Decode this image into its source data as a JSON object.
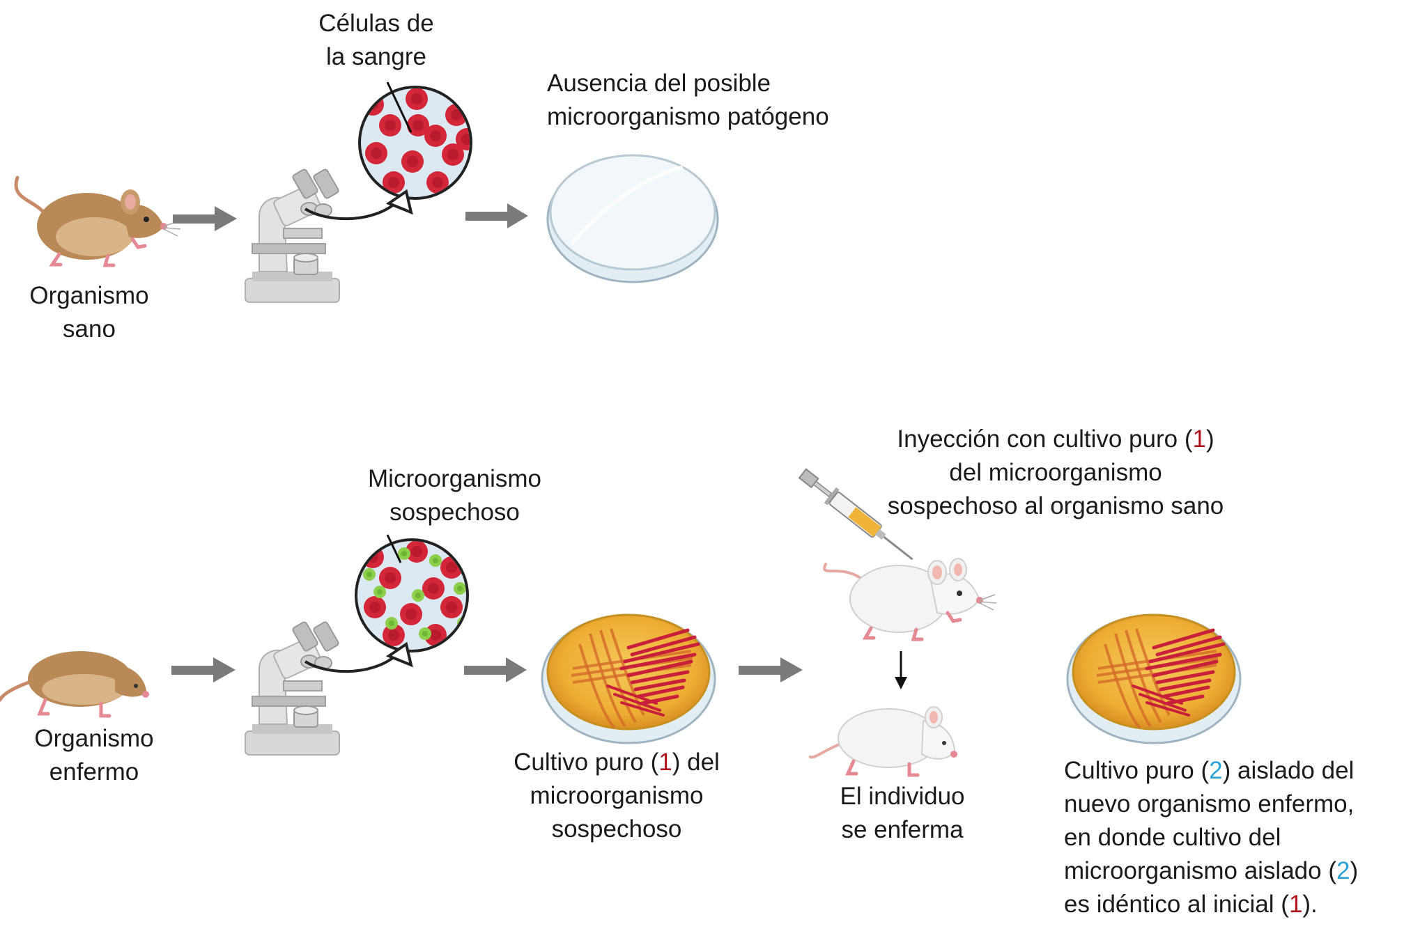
{
  "colors": {
    "arrow": "#7a7a7a",
    "blood_cell": "#d32638",
    "microbe": "#8ccf4a",
    "agar": "#f2b840",
    "streak": "#c81f3a",
    "marker_1": "#b3141c",
    "marker_2": "#2ba3d6"
  },
  "icons": [
    "mouse-icon",
    "microscope-icon",
    "blood-sample-icon",
    "petri-dish-icon",
    "syringe-icon",
    "arrow-icon"
  ],
  "top": {
    "organism_label": [
      "Organismo",
      "sano"
    ],
    "cells_label": [
      "Células de",
      "la sangre"
    ],
    "absence_label": [
      "Ausencia del posible",
      "microorganismo patógeno"
    ]
  },
  "bottom": {
    "organism_label": [
      "Organismo",
      "enfermo"
    ],
    "microbe_label": [
      "Microorganismo",
      "sospechoso"
    ],
    "culture1": {
      "line1_pre": "Cultivo puro (",
      "marker": "1",
      "line1_post": ") del",
      "line2": "microorganismo",
      "line3": "sospechoso"
    },
    "injection": {
      "line1_pre": "Inyección con cultivo puro (",
      "marker": "1",
      "line1_post": ")",
      "line2": "del microorganismo",
      "line3": "sospechoso al organismo sano"
    },
    "sick_label": [
      "El individuo",
      "se enferma"
    ],
    "culture2": {
      "l1_pre": "Cultivo puro (",
      "l1_marker": "2",
      "l1_post": ") aislado del",
      "l2": "nuevo organismo enfermo,",
      "l3": "en donde cultivo del",
      "l4_pre": "microorganismo aislado (",
      "l4_marker": "2",
      "l4_post": ")",
      "l5_pre": "es idéntico al inicial (",
      "l5_marker": "1",
      "l5_post": ")."
    }
  }
}
